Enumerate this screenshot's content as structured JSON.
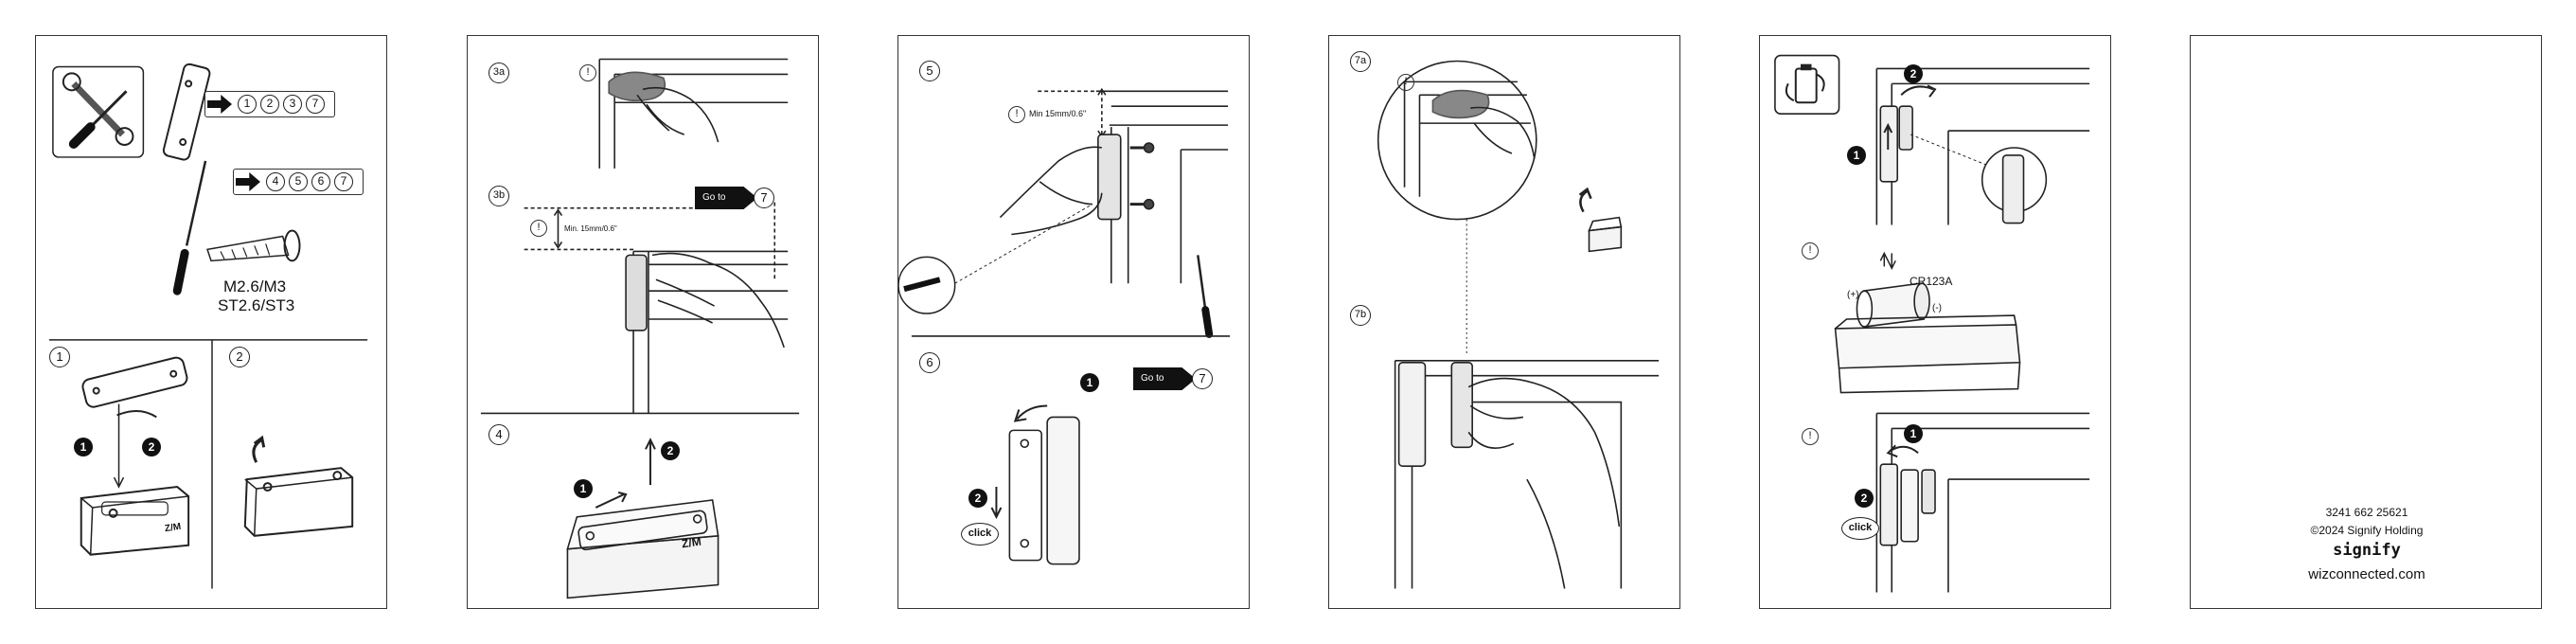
{
  "panel1": {
    "seq_a": [
      "1",
      "2",
      "3",
      "7"
    ],
    "seq_b": [
      "4",
      "5",
      "6",
      "7"
    ],
    "screw_spec_1": "M2.6/M3",
    "screw_spec_2": "ST2.6/ST3",
    "step_1": "1",
    "step_2": "2",
    "dot_1": "1",
    "dot_2": "2",
    "brand_mark": "Z/M"
  },
  "panel2": {
    "step_3a": "3a",
    "step_3b": "3b",
    "step_4": "4",
    "excl": "!",
    "min_text": "Min. 15mm/0.6\"",
    "goto_label": "Go to",
    "goto_step": "7",
    "dot_1": "1",
    "dot_2": "2",
    "brand_mark": "Z/M"
  },
  "panel3": {
    "step_5": "5",
    "step_6": "6",
    "excl": "!",
    "min_text": "Min 15mm/0.6\"",
    "goto_label": "Go to",
    "goto_step": "7",
    "dot_1": "1",
    "dot_2": "2",
    "click_label": "click"
  },
  "panel4": {
    "step_7a": "7a",
    "step_7b": "7b",
    "excl": "!"
  },
  "panel5": {
    "dot_1": "1",
    "dot_2": "2",
    "excl": "!",
    "battery_model": "CR123A",
    "plus": "(+)",
    "minus": "(-)",
    "click_label": "click"
  },
  "panel6": {
    "doc_number": "3241 662 25621",
    "copyright": "©2024 Signify Holding",
    "brand": "signify",
    "website": "wizconnected.com"
  }
}
